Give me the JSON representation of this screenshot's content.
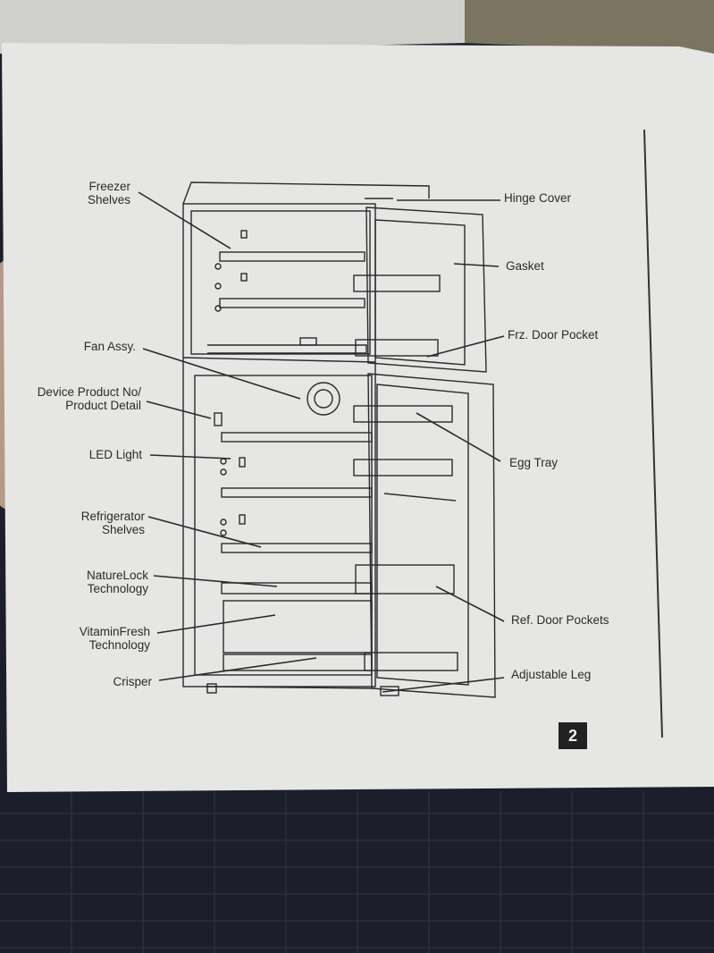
{
  "labels": {
    "freezer_shelves_1": "Freezer",
    "freezer_shelves_2": "Shelves",
    "fan_assy": "Fan Assy.",
    "device_product_1": "Device Product No/",
    "device_product_2": "Product Detail",
    "led_light": "LED Light",
    "ref_shelves_1": "Refrigerator",
    "ref_shelves_2": "Shelves",
    "naturelock_1": "NatureLock",
    "naturelock_2": "Technology",
    "vitaminfresh_1": "VitaminFresh",
    "vitaminfresh_2": "Technology",
    "crisper": "Crisper",
    "hinge_cover": "Hinge Cover",
    "gasket": "Gasket",
    "frz_door_pocket": "Frz. Door Pocket",
    "egg_tray": "Egg Tray",
    "ref_door_pockets": "Ref. Door Pockets",
    "adjustable_leg": "Adjustable Leg"
  },
  "page_number": "2",
  "colors": {
    "paper": "#e6e6e4",
    "ink": "#2a2a2a",
    "background": "#1c1f2b"
  }
}
